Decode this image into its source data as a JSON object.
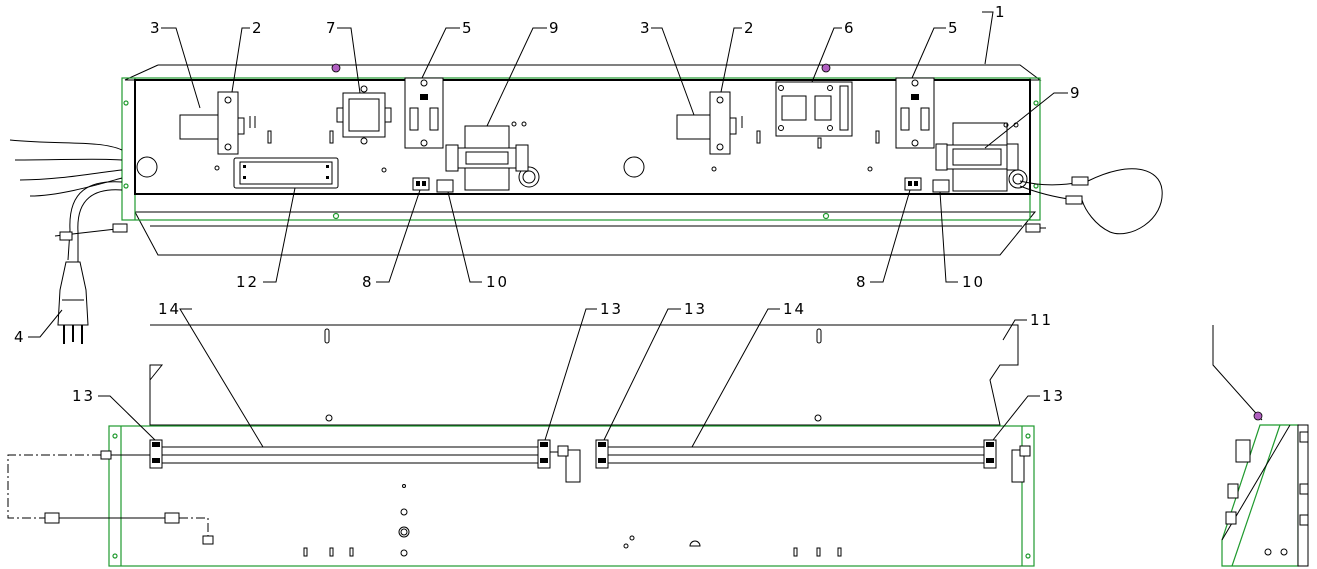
{
  "callouts": {
    "c1": "1",
    "c2a": "2",
    "c2b": "2",
    "c3a": "3",
    "c3b": "3",
    "c4": "4",
    "c5a": "5",
    "c5b": "5",
    "c6": "6",
    "c7": "7",
    "c8a": "8",
    "c8b": "8",
    "c9a": "9",
    "c9b": "9",
    "c10a": "10",
    "c10b": "10",
    "c11": "11",
    "c12": "12",
    "c13a": "13",
    "c13b": "13",
    "c13c": "13",
    "c13d": "13",
    "c14a": "14",
    "c14b": "14"
  },
  "colors": {
    "frame": "#1f9a2e",
    "line": "#000000",
    "accent": "#b05fc0"
  }
}
